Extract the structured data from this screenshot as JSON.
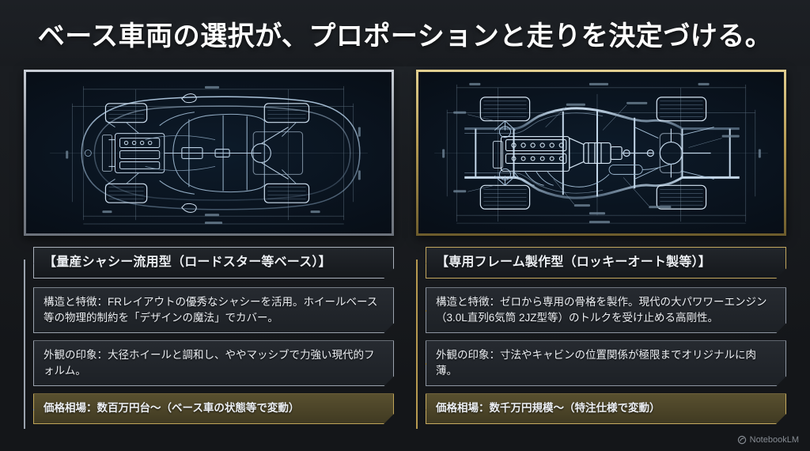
{
  "title": "ベース車両の選択が、プロポーションと走りを決定づける。",
  "columns": [
    {
      "accent": "silver",
      "blueprint_caption": "production-chassis-top-view-blueprint",
      "header": "【量産シャシー流用型（ロードスター等ベース）】",
      "rows": [
        "構造と特徴：FRレイアウトの優秀なシャシーを活用。ホイールベース等の物理的制約を「デザインの魔法」でカバー。",
        "外観の印象：大径ホイールと調和し、ややマッシブで力強い現代的フォルム。"
      ],
      "price": "価格相場：数百万円台〜（ベース車の状態等で変動）"
    },
    {
      "accent": "gold",
      "blueprint_caption": "custom-ladder-frame-top-view-blueprint",
      "header": "【専用フレーム製作型（ロッキーオート製等）】",
      "rows": [
        "構造と特徴：ゼロから専用の骨格を製作。現代の大パワワーエンジン（3.0L直列6気筒 2JZ型等）のトルクを受け止める高剛性。",
        "外観の印象：寸法やキャビンの位置関係が極限までオリジナルに肉薄。"
      ],
      "price": "価格相場：数千万円規模〜（特注仕様で変動）"
    }
  ],
  "watermark": {
    "label": "NotebookLM",
    "icon": "notebooklm-icon"
  },
  "colors": {
    "background": "#1a1d21",
    "silver_accent": "#9aa2ad",
    "gold_accent": "#b79a50",
    "price_fill": "#4c452a",
    "blueprint_bg": "#081018",
    "text": "#eceff3"
  }
}
